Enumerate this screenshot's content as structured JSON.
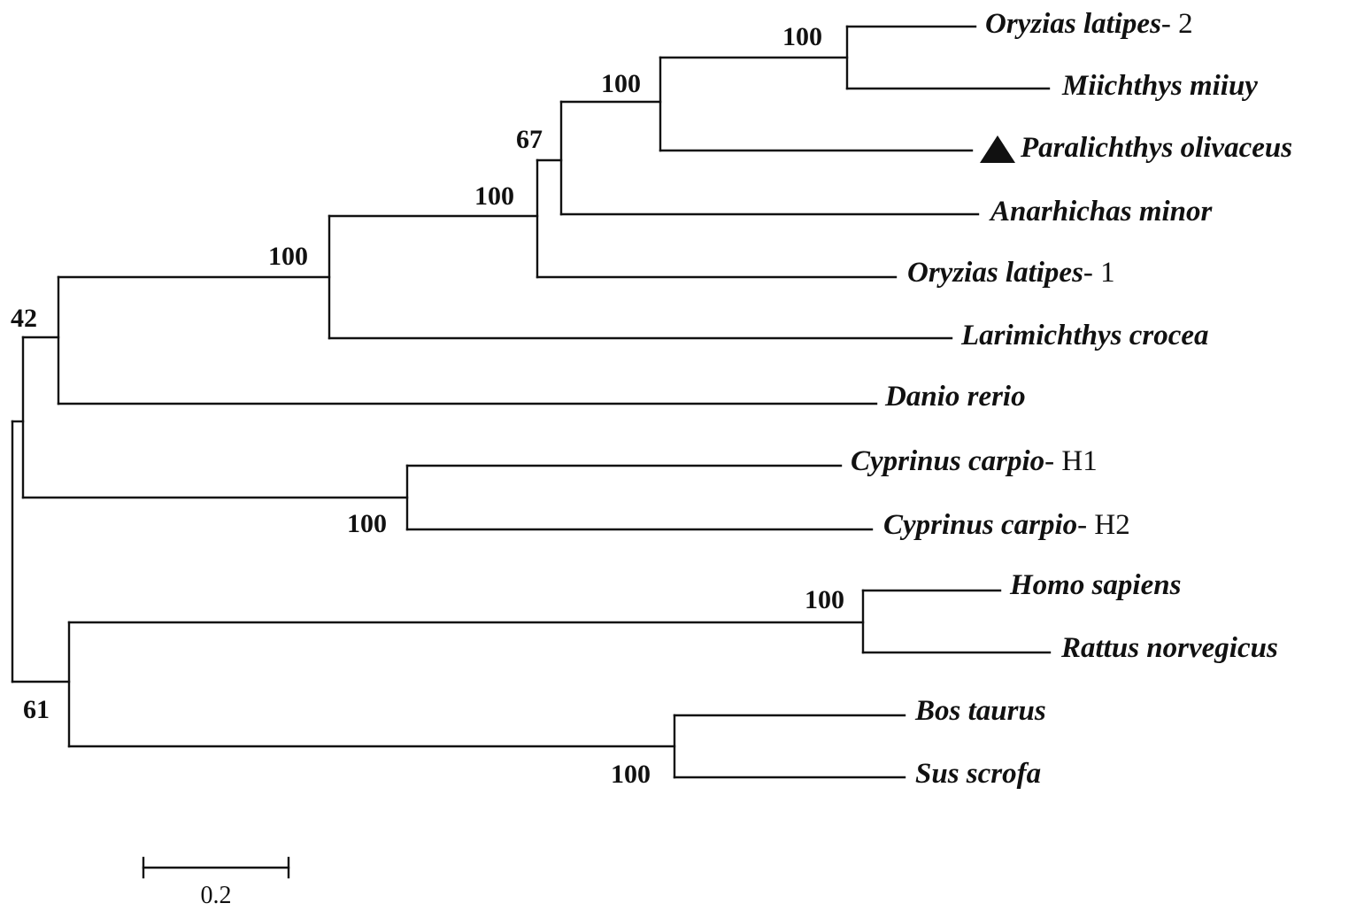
{
  "tree": {
    "taxa": [
      {
        "id": "t1",
        "name": "Oryzias latipes",
        "suffix": "- 2",
        "marked": false
      },
      {
        "id": "t2",
        "name": "Miichthys miiuy",
        "suffix": "",
        "marked": false
      },
      {
        "id": "t3",
        "name": "Paralichthys olivaceus",
        "suffix": "",
        "marked": true
      },
      {
        "id": "t4",
        "name": "Anarhichas minor",
        "suffix": "",
        "marked": false
      },
      {
        "id": "t5",
        "name": "Oryzias latipes",
        "suffix": "- 1",
        "marked": false
      },
      {
        "id": "t6",
        "name": "Larimichthys crocea",
        "suffix": "",
        "marked": false
      },
      {
        "id": "t7",
        "name": "Danio rerio",
        "suffix": "",
        "marked": false
      },
      {
        "id": "t8",
        "name": "Cyprinus carpio",
        "suffix": "- H1",
        "marked": false
      },
      {
        "id": "t9",
        "name": "Cyprinus carpio",
        "suffix": "- H2",
        "marked": false
      },
      {
        "id": "t10",
        "name": "Homo sapiens",
        "suffix": "",
        "marked": false
      },
      {
        "id": "t11",
        "name": "Rattus norvegicus",
        "suffix": "",
        "marked": false
      },
      {
        "id": "t12",
        "name": "Bos taurus",
        "suffix": "",
        "marked": false
      },
      {
        "id": "t13",
        "name": "Sus scrofa",
        "suffix": "",
        "marked": false
      }
    ],
    "bootstrap_values": {
      "orylat2_miimii": "100",
      "paralichthys_clade": "100",
      "anarhichas_clade": "67",
      "oryzias1_clade": "100",
      "larimichthys_clade": "100",
      "danio_clade": "42",
      "cyprinus_clade": "100",
      "homo_rattus": "100",
      "mammal_clade": "61",
      "bos_sus": "100"
    },
    "scale_bar": {
      "label": "0.2"
    }
  }
}
